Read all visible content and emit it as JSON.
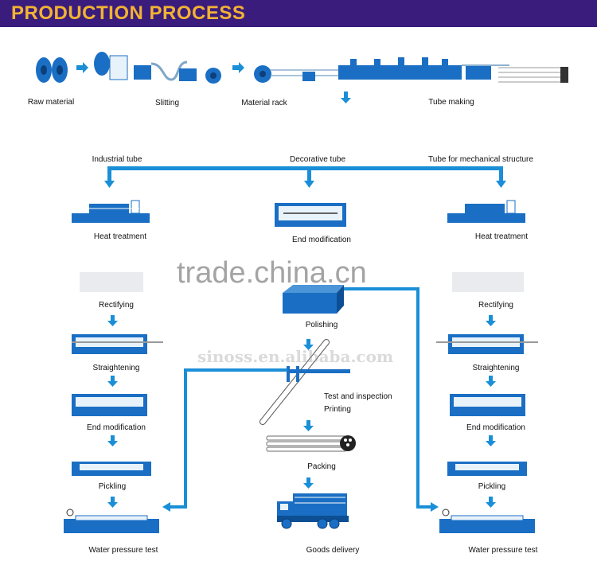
{
  "header": {
    "title": "PRODUCTION PROCESS"
  },
  "top_row": {
    "raw_material": "Raw material",
    "slitting": "Slitting",
    "material_rack": "Material rack",
    "tube_making": "Tube making"
  },
  "branches": {
    "left": "Industrial tube",
    "center": "Decorative tube",
    "right": "Tube for mechanical structure"
  },
  "left_column": {
    "heat_treatment": "Heat treatment",
    "rectifying": "Rectifying",
    "straightening": "Straightening",
    "end_modification": "End modification",
    "pickling": "Pickling",
    "water_pressure_test": "Water pressure test"
  },
  "center_column": {
    "end_modification": "End modification",
    "polishing": "Polishing",
    "test_and_inspection": "Test and inspection",
    "printing": "Printing",
    "packing": "Packing",
    "goods_delivery": "Goods delivery"
  },
  "right_column": {
    "heat_treatment": "Heat treatment",
    "rectifying": "Rectifying",
    "straightening": "Straightening",
    "end_modification": "End modification",
    "pickling": "Pickling",
    "water_pressure_test": "Water pressure test"
  },
  "watermarks": {
    "trade": "trade.china.cn",
    "alibaba": "sinoss.en.alibaba.com"
  },
  "colors": {
    "header_bg": "#3a1c7d",
    "header_text": "#f2b233",
    "machine_blue": "#1a6fc4",
    "flow_blue": "#1a8fd8"
  }
}
